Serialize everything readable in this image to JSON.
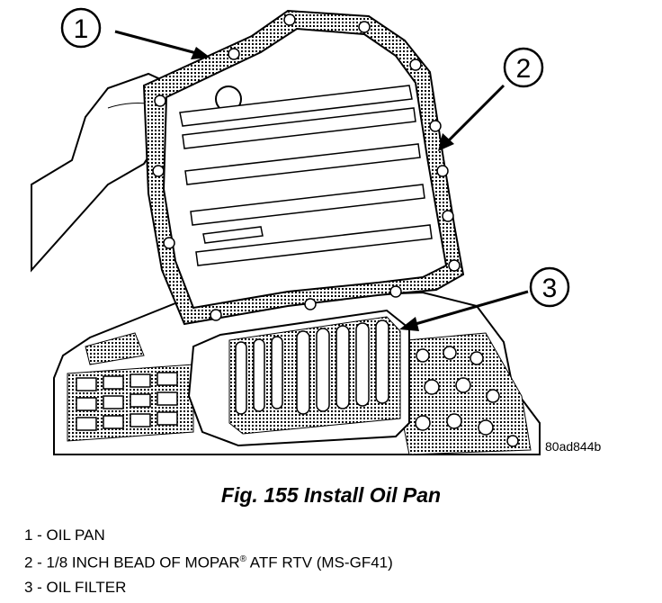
{
  "figure": {
    "callouts": [
      "1",
      "2",
      "3"
    ],
    "image_id": "80ad844b",
    "caption": "Fig. 155 Install Oil Pan"
  },
  "legend": [
    {
      "text": "1 - OIL PAN"
    },
    {
      "before": "2 - 1/8 INCH BEAD OF MOPAR",
      "reg": "®",
      "after": " ATF RTV (MS-GF41)"
    },
    {
      "text": "3 - OIL FILTER"
    }
  ],
  "colors": {
    "ink": "#000000",
    "paper": "#ffffff",
    "shade": "#b4b4b4"
  }
}
